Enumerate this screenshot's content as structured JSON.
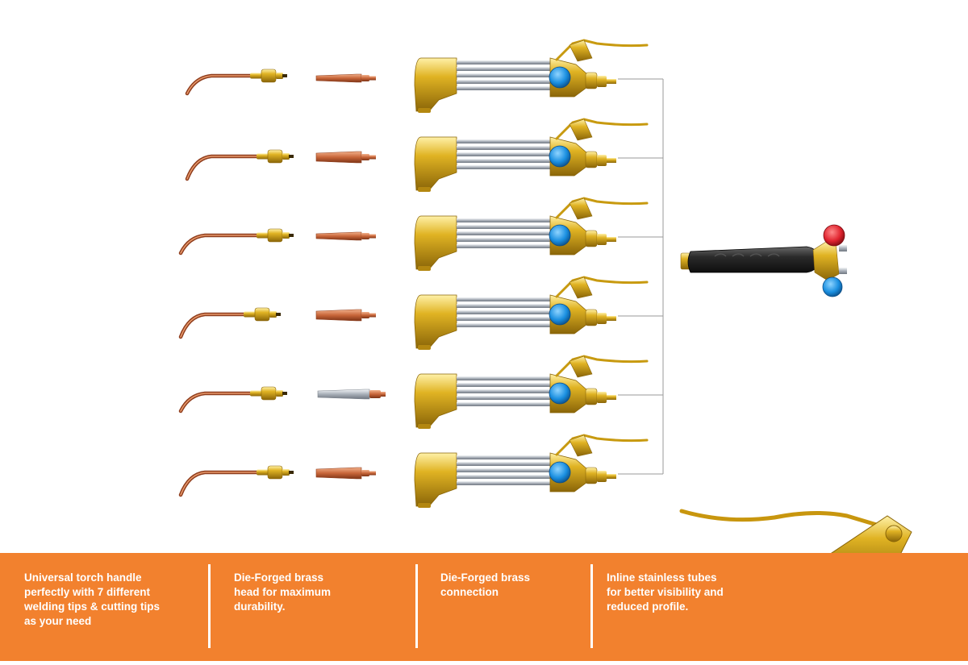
{
  "colors": {
    "band": "#f2812e",
    "band_text": "#ffffff",
    "brass": "#d4a017",
    "brass_dark": "#8a6508",
    "copper": "#c8663a",
    "copper_dark": "#8e3c1c",
    "steel": "#c9ced6",
    "valve_blue": "#1a8fe0",
    "valve_red": "#e0242f",
    "handle_black": "#2a2a2a",
    "connector_line": "#9a9a9a"
  },
  "product": {
    "welding_tip_count": 6,
    "cutting_tip_count": 6,
    "torch_head_count": 6
  },
  "features": [
    {
      "text": "Universal torch handle\nperfectly with 7 different\nwelding tips & cutting tips\nas your need"
    },
    {
      "text": "Die-Forged brass\nhead for maximum\ndurability."
    },
    {
      "text": "Die-Forged brass\nconnection"
    },
    {
      "text": "Inline stainless tubes\nfor better visibility and\nreduced profile."
    }
  ],
  "icons": {
    "handle": "torch-handle-icon",
    "closeup": "brass-connection-closeup-icon"
  }
}
